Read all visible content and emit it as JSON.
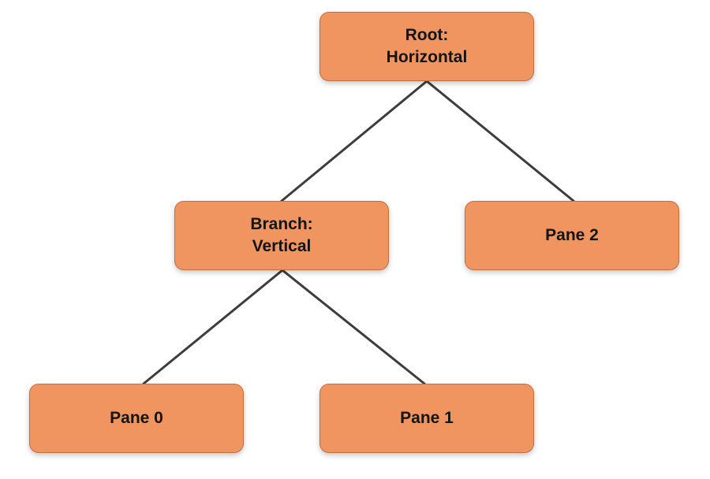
{
  "diagram": {
    "node_color": "#f0955f",
    "border_color": "#c96b3d",
    "edge_color": "#3d3d3d",
    "nodes": {
      "root": {
        "label": "Root:\nHorizontal"
      },
      "branch": {
        "label": "Branch:\nVertical"
      },
      "pane2": {
        "label": "Pane 2"
      },
      "pane0": {
        "label": "Pane 0"
      },
      "pane1": {
        "label": "Pane 1"
      }
    },
    "edges": [
      {
        "from": "root",
        "to": "branch"
      },
      {
        "from": "root",
        "to": "pane2"
      },
      {
        "from": "branch",
        "to": "pane0"
      },
      {
        "from": "branch",
        "to": "pane1"
      }
    ]
  }
}
